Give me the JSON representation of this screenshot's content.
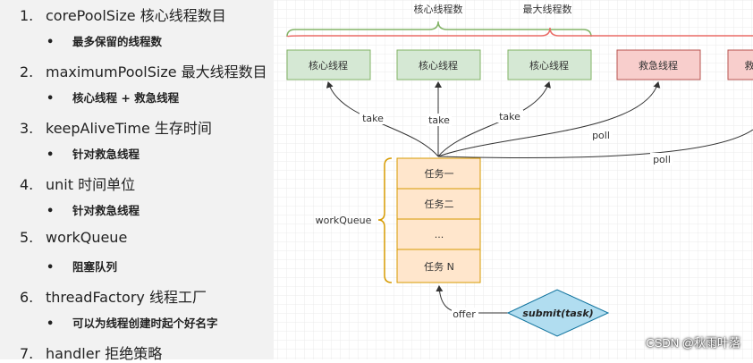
{
  "notes": {
    "items": [
      {
        "num": "1.",
        "title": "corePoolSize 核心线程数目",
        "sub": "最多保留的线程数"
      },
      {
        "num": "2.",
        "title": "maximumPoolSize 最大线程数目",
        "sub": "核心线程 + 救急线程"
      },
      {
        "num": "3.",
        "title": "keepAliveTime 生存时间",
        "sub": "针对救急线程"
      },
      {
        "num": "4.",
        "title": "unit 时间单位",
        "sub": "针对救急线程"
      },
      {
        "num": "5.",
        "title": "workQueue",
        "sub": "阻塞队列"
      },
      {
        "num": "6.",
        "title": "threadFactory 线程工厂",
        "sub": "可以为线程创建时起个好名字"
      },
      {
        "num": "7.",
        "title": "handler 拒绝策略",
        "sub": ""
      }
    ],
    "bullet": "•"
  },
  "diagram": {
    "core_count_label": "核心线程数",
    "max_count_label": "最大线程数",
    "core_threads": [
      "核心线程",
      "核心线程",
      "核心线程"
    ],
    "emergency_threads": [
      "救急线程",
      "救"
    ],
    "take_labels": [
      "take",
      "take",
      "take"
    ],
    "poll_labels": [
      "poll",
      "poll"
    ],
    "queue_label": "workQueue",
    "queue_items": [
      "任务一",
      "任务二",
      "...",
      "任务 N"
    ],
    "offer_label": "offer",
    "submit_label": "submit(task)",
    "colors": {
      "core_fill": "#d5e8d4",
      "core_stroke": "#82b366",
      "emergency_fill": "#f8cecc",
      "emergency_stroke": "#b85450",
      "queue_fill": "#ffe6cc",
      "queue_stroke": "#d79b00",
      "submit_fill": "#b1ddf0",
      "submit_stroke": "#10739e",
      "brace_core": "#82b366",
      "brace_max": "#ea6b66"
    }
  },
  "watermark": "CSDN @秋雨叶落"
}
